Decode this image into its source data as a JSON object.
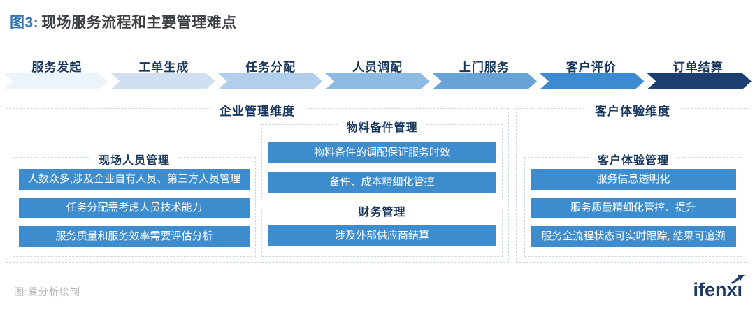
{
  "title": {
    "prefix": "图3:",
    "text": "现场服务流程和主要管理难点"
  },
  "flow": {
    "steps": [
      {
        "label": "服务发起",
        "color": "#edf3fa"
      },
      {
        "label": "工单生成",
        "color": "#d0e0f2"
      },
      {
        "label": "任务分配",
        "color": "#b1cfec"
      },
      {
        "label": "人员调配",
        "color": "#8cbbe4"
      },
      {
        "label": "上门服务",
        "color": "#68a3d8"
      },
      {
        "label": "客户评价",
        "color": "#3a8bd0"
      },
      {
        "label": "订单结算",
        "color": "#1d3e70"
      }
    ]
  },
  "panels": {
    "enterprise": {
      "title": "企业管理维度",
      "groups": {
        "personnel": {
          "title": "现场人员管理",
          "items": [
            "人数众多,涉及企业自有人员、第三方人员管理",
            "任务分配需考虑人员技术能力",
            "服务质量和服务效率需要评估分析"
          ]
        },
        "materials": {
          "title": "物料备件管理",
          "items": [
            "物料备件的调配保证服务时效",
            "备件、成本精细化管控"
          ]
        },
        "finance": {
          "title": "财务管理",
          "items": [
            "涉及外部供应商结算"
          ]
        }
      }
    },
    "customer": {
      "title": "客户体验维度",
      "groups": {
        "experience": {
          "title": "客户体验管理",
          "items": [
            "服务信息透明化",
            "服务质量精细化管控、提升",
            "服务全流程状态可实时跟踪, 结果可追溯"
          ]
        }
      }
    }
  },
  "footer": {
    "caption": "图:爱分析绘制",
    "logo": "ifenxi"
  },
  "colors": {
    "box_blue": "#3d8dce",
    "navy_text": "#17365d",
    "title_blue": "#2e74b5",
    "logo_navy": "#1e3a66"
  }
}
